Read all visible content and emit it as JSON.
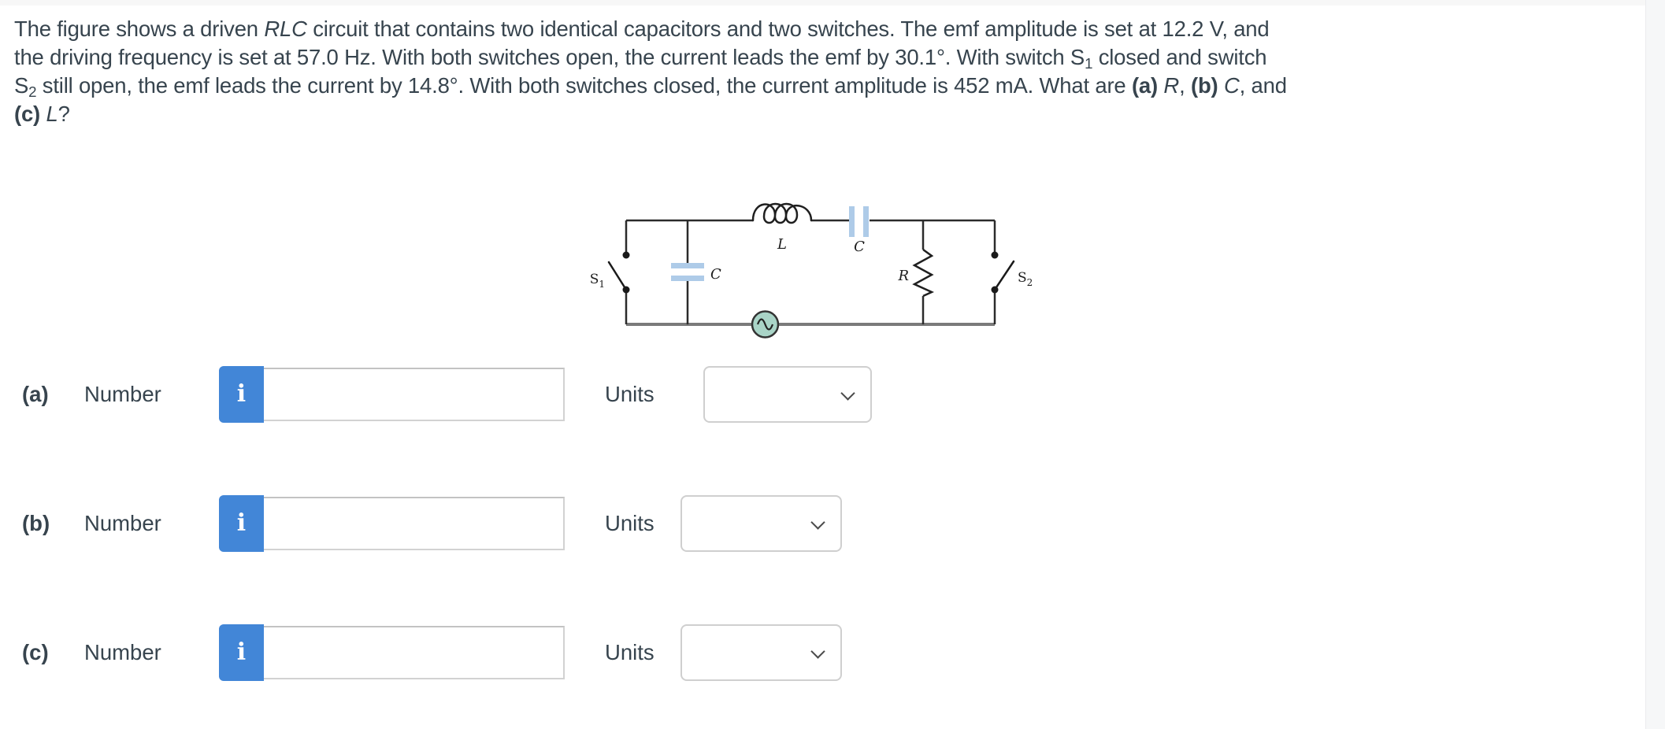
{
  "page": {
    "accent_blue": "#4286d7",
    "text_color": "#37444e",
    "capacitor_plate_color": "#aecbe8",
    "source_fill_color": "#a9d4c7",
    "bottom_wire_color": "#7a7a7a"
  },
  "problem": {
    "lines": [
      [
        {
          "t": "The figure shows a driven "
        },
        {
          "t": "RLC",
          "s": "i"
        },
        {
          "t": " circuit that contains two identical capacitors and two switches. The emf amplitude is set at 12.2 V, and"
        }
      ],
      [
        {
          "t": "the driving frequency is set at 57.0 Hz. With both switches open, the current leads the emf by 30.1°. With switch S"
        },
        {
          "t": "1",
          "s": "sub"
        },
        {
          "t": " closed and switch"
        }
      ],
      [
        {
          "t": "S"
        },
        {
          "t": "2",
          "s": "sub"
        },
        {
          "t": " still open, the emf leads the current by 14.8°. With both switches closed, the current amplitude is 452 mA. What are "
        },
        {
          "t": "(a)",
          "s": "b"
        },
        {
          "t": " "
        },
        {
          "t": "R",
          "s": "i"
        },
        {
          "t": ", "
        },
        {
          "t": "(b)",
          "s": "b"
        },
        {
          "t": " "
        },
        {
          "t": "C",
          "s": "i"
        },
        {
          "t": ", and"
        }
      ],
      [
        {
          "t": "(c)",
          "s": "b"
        },
        {
          "t": " "
        },
        {
          "t": "L",
          "s": "i"
        },
        {
          "t": "?"
        }
      ]
    ]
  },
  "circuit": {
    "labels": {
      "inductor": "L",
      "series_capacitor": "C",
      "parallel_capacitor": "C",
      "resistor": "R",
      "switch1_base": "S",
      "switch1_sub": "1",
      "switch2_base": "S",
      "switch2_sub": "2"
    }
  },
  "answers": {
    "rows": [
      {
        "prefix": "(a)",
        "field_label": "Number",
        "info_label": "i",
        "units_label": "Units",
        "input_value": "",
        "selected_unit": ""
      },
      {
        "prefix": "(b)",
        "field_label": "Number",
        "info_label": "i",
        "units_label": "Units",
        "input_value": "",
        "selected_unit": ""
      },
      {
        "prefix": "(c)",
        "field_label": "Number",
        "info_label": "i",
        "units_label": "Units",
        "input_value": "",
        "selected_unit": ""
      }
    ]
  }
}
